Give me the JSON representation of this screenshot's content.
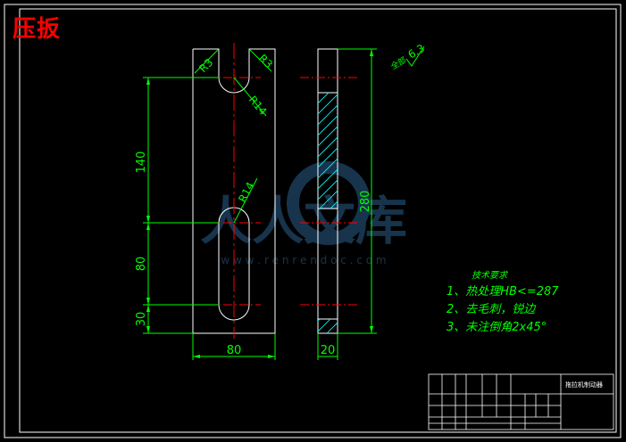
{
  "title": "压扳",
  "colors": {
    "background": "#000000",
    "outline": "#ffffff",
    "dimension": "#00ff00",
    "centerline": "#ff0000",
    "hatch": "#00ffff",
    "title": "#ff0000"
  },
  "front_view": {
    "radius_top_left": "R3",
    "radius_top_right": "R3",
    "radius_upper_arc": "R14",
    "radius_slot": "R14",
    "dim_upper_height": "140",
    "dim_mid_height": "80",
    "dim_lower_height": "30",
    "dim_width": "80"
  },
  "side_view": {
    "dim_height": "280",
    "dim_thickness": "20"
  },
  "surface_finish": {
    "prefix": "全部",
    "value": "6.3"
  },
  "technical_requirements": {
    "heading": "技术要求",
    "items": [
      "1、热处理HB<=287",
      "2、去毛刺，锐边",
      "3、未注倒角2x45°"
    ]
  },
  "watermark": {
    "text": "人人文库",
    "url": "w w w . r e n r e n d o c . c o m"
  },
  "title_block": {
    "part_name": "拖拉机制动器"
  }
}
